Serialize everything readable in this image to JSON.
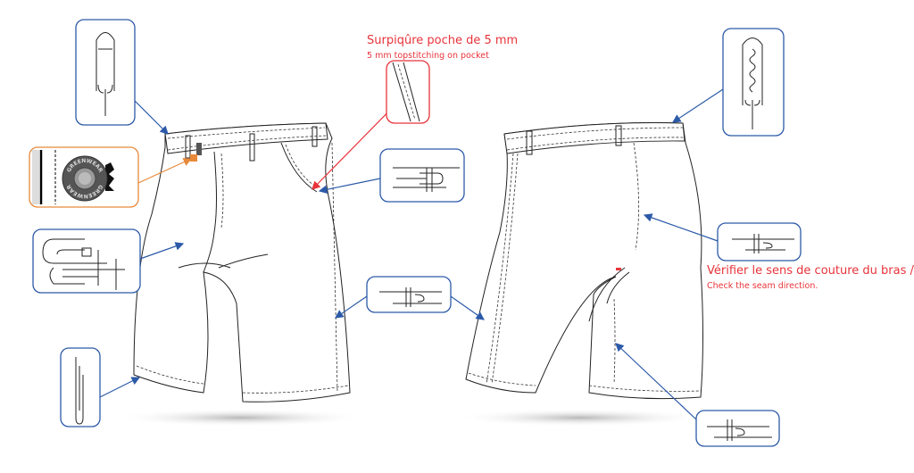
{
  "annotations": {
    "pocket_fr": "Surpiqûre poche de 5 mm",
    "pocket_en": "5 mm topstitching on pocket",
    "seam_fr": "Vérifier le sens de couture du bras /",
    "seam_en": "Check the seam direction."
  },
  "button_logo_text": "GREENWEAR",
  "colors": {
    "callout_border": "#2c5aa8",
    "button_callout_border": "#e8893a",
    "annotation_red": "#e8333a"
  }
}
